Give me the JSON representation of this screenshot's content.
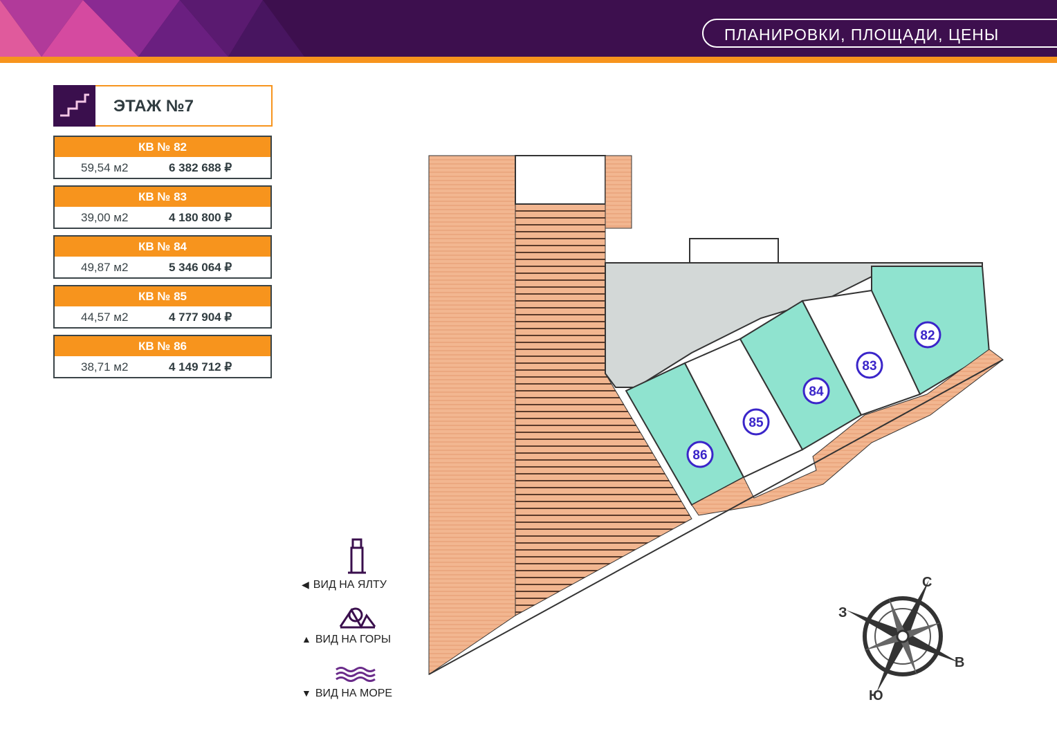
{
  "header": {
    "title": "ПЛАНИРОВКИ, ПЛОЩАДИ, ЦЕНЫ"
  },
  "floor": {
    "label": "ЭТАЖ №7"
  },
  "apartments": [
    {
      "label": "КВ № 82",
      "area": "59,54 м2",
      "price": "6 382 688 ₽"
    },
    {
      "label": "КВ № 83",
      "area": "39,00 м2",
      "price": "4 180 800 ₽"
    },
    {
      "label": "КВ № 84",
      "area": "49,87 м2",
      "price": "5 346 064 ₽"
    },
    {
      "label": "КВ № 85",
      "area": "44,57 м2",
      "price": "4 777 904 ₽"
    },
    {
      "label": "КВ № 86",
      "area": "38,71 м2",
      "price": "4 149 712 ₽"
    }
  ],
  "plan_labels": [
    "82",
    "83",
    "84",
    "85",
    "86"
  ],
  "legend": [
    {
      "arrow": "◀",
      "label": "ВИД НА ЯЛТУ",
      "icon": "lighthouse-icon"
    },
    {
      "arrow": "▲",
      "label": "ВИД НА ГОРЫ",
      "icon": "mountain-sun-icon"
    },
    {
      "arrow": "▼",
      "label": "ВИД НА МОРЕ",
      "icon": "waves-icon"
    }
  ],
  "compass": {
    "n": "С",
    "w": "З",
    "e": "В",
    "s": "Ю"
  },
  "colors": {
    "purple": "#3d0f4e",
    "orange": "#f7941d",
    "teal": "#8fe3cf",
    "terrace": "#f2b690",
    "accent": "#3a25c9"
  }
}
